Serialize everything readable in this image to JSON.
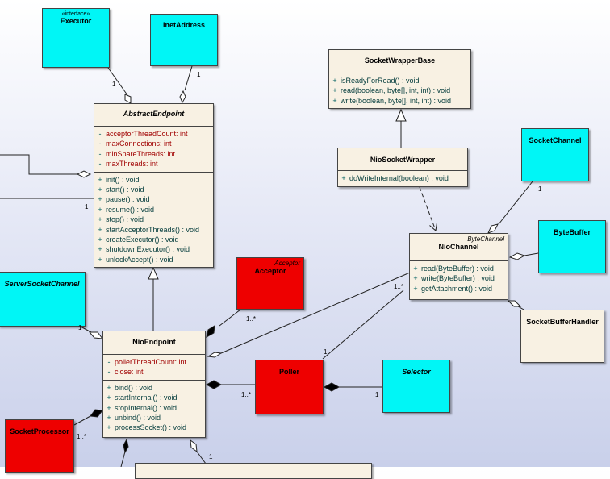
{
  "classes": {
    "executor": {
      "stereotype": "«interface»",
      "name": "Executor"
    },
    "inet_address": {
      "name": "InetAddress"
    },
    "abstract_endpoint": {
      "name": "AbstractEndpoint",
      "attributes": [
        {
          "vis": "-",
          "text": "acceptorThreadCount:  int"
        },
        {
          "vis": "-",
          "text": "maxConnections:  int"
        },
        {
          "vis": "-",
          "text": "minSpareThreads:  int"
        },
        {
          "vis": "-",
          "text": "maxThreads:  int"
        }
      ],
      "operations": [
        {
          "vis": "+",
          "text": "init() : void"
        },
        {
          "vis": "+",
          "text": "start() : void"
        },
        {
          "vis": "+",
          "text": "pause() : void"
        },
        {
          "vis": "+",
          "text": "resume() : void"
        },
        {
          "vis": "+",
          "text": "stop() : void"
        },
        {
          "vis": "+",
          "text": "startAcceptorThreads() : void"
        },
        {
          "vis": "+",
          "text": "createExecutor() : void"
        },
        {
          "vis": "+",
          "text": "shutdownExecutor() : void"
        },
        {
          "vis": "+",
          "text": "unlockAccept() : void"
        }
      ]
    },
    "socket_wrapper_base": {
      "name": "SocketWrapperBase",
      "operations": [
        {
          "vis": "+",
          "text": "isReadyForRead() : void"
        },
        {
          "vis": "+",
          "text": "read(boolean, byte[], int, int) : void"
        },
        {
          "vis": "+",
          "text": "write(boolean, byte[], int, int) : void"
        }
      ]
    },
    "nio_socket_wrapper": {
      "name": "NioSocketWrapper",
      "operations": [
        {
          "vis": "+",
          "text": "doWriteInternal(boolean) : void"
        }
      ]
    },
    "socket_channel": {
      "name": "SocketChannel"
    },
    "nio_channel": {
      "superclass": "ByteChannel",
      "name": "NioChannel",
      "operations": [
        {
          "vis": "+",
          "text": "read(ByteBuffer) : void"
        },
        {
          "vis": "+",
          "text": "write(ByteBuffer) : void"
        },
        {
          "vis": "+",
          "text": "getAttachment() : void"
        }
      ]
    },
    "byte_buffer": {
      "name": "ByteBuffer"
    },
    "socket_buffer_handler": {
      "name": "SocketBufferHandler"
    },
    "acceptor": {
      "superclass": "Acceptor",
      "name": "Acceptor"
    },
    "server_socket_channel": {
      "name": "ServerSocketChannel"
    },
    "nio_endpoint": {
      "name": "NioEndpoint",
      "attributes": [
        {
          "vis": "-",
          "text": "pollerThreadCount:  int"
        },
        {
          "vis": "-",
          "text": "close:  int"
        }
      ],
      "operations": [
        {
          "vis": "+",
          "text": "bind() : void"
        },
        {
          "vis": "+",
          "text": "startInternal() : void"
        },
        {
          "vis": "+",
          "text": "stopInternal() : void"
        },
        {
          "vis": "+",
          "text": "unbind() : void"
        },
        {
          "vis": "+",
          "text": "processSocket() : void"
        }
      ]
    },
    "poller": {
      "name": "Poller"
    },
    "selector": {
      "name": "Selector"
    },
    "socket_processor": {
      "name": "SocketProcessor"
    }
  },
  "multiplicities": {
    "executor_end": "1",
    "inet_end": "1",
    "abstract_left_end": "1",
    "server_socket_end": "1",
    "acceptor_end": "1..*",
    "socket_channel_end": "1",
    "nio_channel_end": "1..*",
    "nio_channel_poller_end": "1",
    "poller_end": "1..*",
    "selector_end": "1",
    "socket_processor_end": "1..*",
    "bottom_end": "1"
  },
  "colors": {
    "class_fill": "#f8f1e3",
    "cyan_fill": "#00f6f6",
    "red_fill": "#ee0000",
    "attribute_text": "#a00000",
    "operation_text": "#003a3a"
  }
}
